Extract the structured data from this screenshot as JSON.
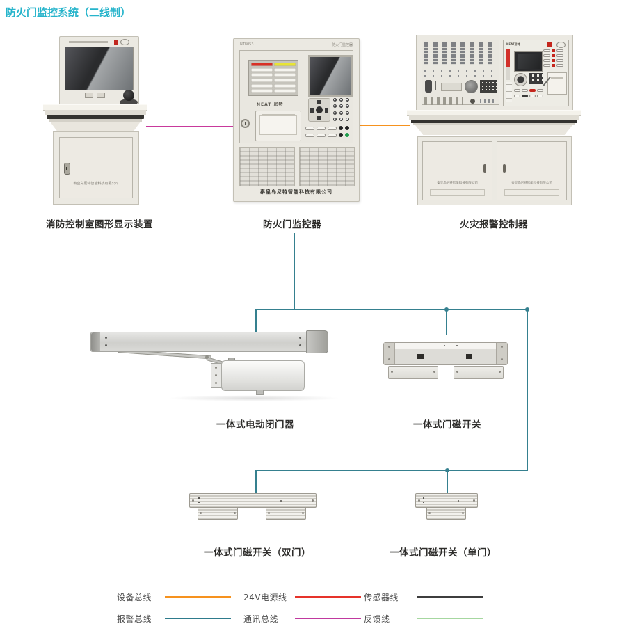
{
  "title": "防火门监控系统（二线制）",
  "palette": {
    "title": "#26b4cb",
    "alarm_bus": "#35808f",
    "comm_bus": "#c8399c",
    "device_bus": "#f6921e"
  },
  "nodes": {
    "graphic_display": {
      "label": "消防控制室图形显示装置",
      "company": "秦皇岛尼特智能科技有限公司"
    },
    "door_monitor": {
      "label": "防火门监控器",
      "model": "NT8053",
      "corner_label": "防火门监控器",
      "brand": "NEAT 尼特",
      "company": "秦皇岛尼特智能科技有限公司"
    },
    "fire_alarm_controller": {
      "label": "火灾报警控制器",
      "brand": "NEAT尼特",
      "company": "秦皇岛尼特智能科技有限公司"
    },
    "door_closer": {
      "label": "一体式电动闭门器"
    },
    "door_magnet": {
      "label": "一体式门磁开关"
    },
    "door_magnet_double": {
      "label": "一体式门磁开关（双门）"
    },
    "door_magnet_single": {
      "label": "一体式门磁开关（单门）"
    }
  },
  "legend": {
    "items": [
      {
        "label": "设备总线",
        "color": "#f6921e"
      },
      {
        "label": "24V电源线",
        "color": "#e6332a"
      },
      {
        "label": "传感器线",
        "color": "#3d3d3d"
      },
      {
        "label": "报警总线",
        "color": "#2e7b8c"
      },
      {
        "label": "通讯总线",
        "color": "#c0399f"
      },
      {
        "label": "反馈线",
        "color": "#a6d7a0"
      }
    ]
  }
}
